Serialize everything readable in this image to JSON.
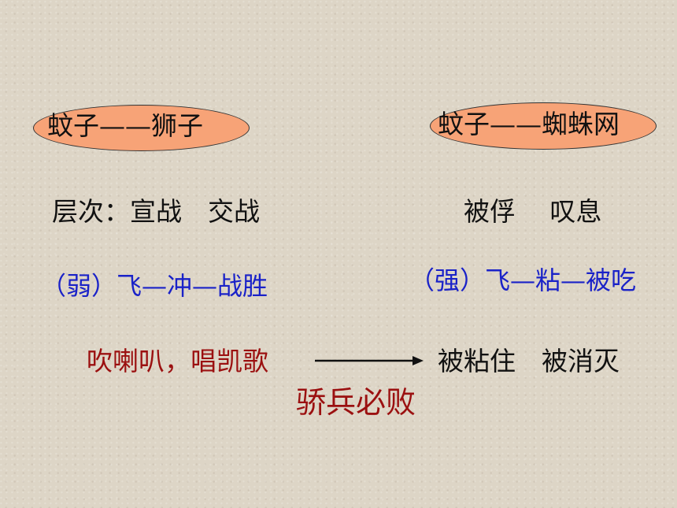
{
  "left": {
    "pair": "蚊子——狮子",
    "levels": "层次：宣战　交战",
    "sequence": "（弱）飞—冲—战胜"
  },
  "right": {
    "pair": "蚊子——蜘蛛网",
    "levels": "被俘　 叹息",
    "sequence": "（强）飞—粘—被吃"
  },
  "bottom": {
    "cause": "吹喇叭，唱凯歌",
    "effect": "被粘住　被消灭",
    "moral": "骄兵必败"
  },
  "colors": {
    "ellipse_fill": "#f7a377",
    "blue_text": "#1a22c8",
    "red_text": "#9b1010"
  }
}
